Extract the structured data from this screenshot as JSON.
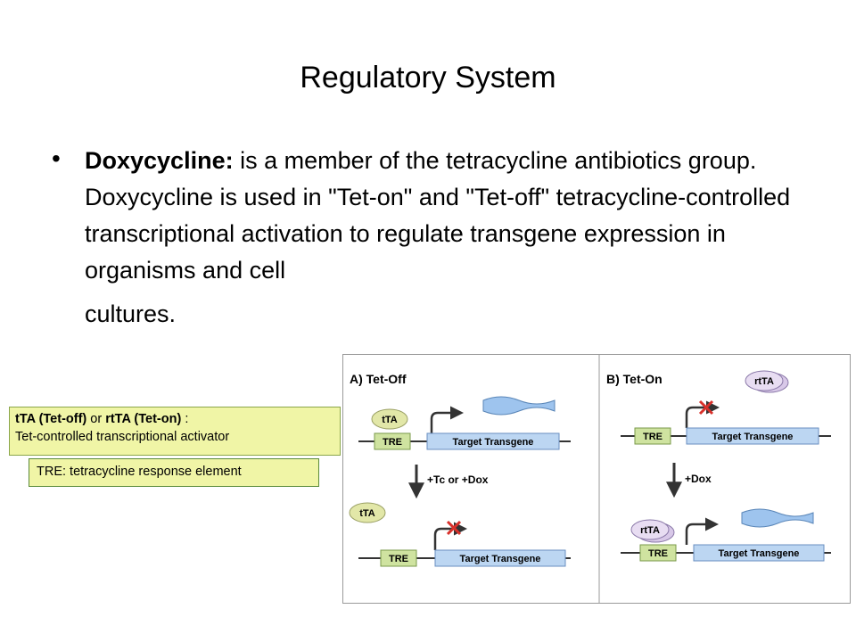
{
  "slide": {
    "title": "Regulatory System",
    "bullet": {
      "term": "Doxycycline:",
      "text": " is a member of the tetracycline antibiotics group. Doxycycline is used in \"Tet-on\" and \"Tet-off\" tetracycline-controlled transcriptional activation to regulate transgene expression in organisms and cell",
      "last_word": "cultures."
    }
  },
  "callouts": {
    "activator": {
      "tta": "tTA (Tet-off)",
      "or": " or ",
      "rtta": "rtTA (Tet-on)",
      "colon": " :",
      "line2": "Tet-controlled transcriptional activator"
    },
    "tre": "TRE: tetracycline response element"
  },
  "figure": {
    "panel_a_title": "A) Tet-Off",
    "panel_b_title": "B) Tet-On",
    "tta": "tTA",
    "rtta": "rtTA",
    "tre": "TRE",
    "target": "Target Transgene",
    "arrow_a": "+Tc  or +Dox",
    "arrow_b": "+Dox",
    "colors": {
      "tre_fill": "#cfe3a0",
      "target_fill": "#bcd6f2",
      "mrna_fill": "#9ec4ee",
      "activator_fill": "#e2e7a8",
      "rtta_fill": "#d8c8e8",
      "block_red": "#d9302a"
    }
  }
}
